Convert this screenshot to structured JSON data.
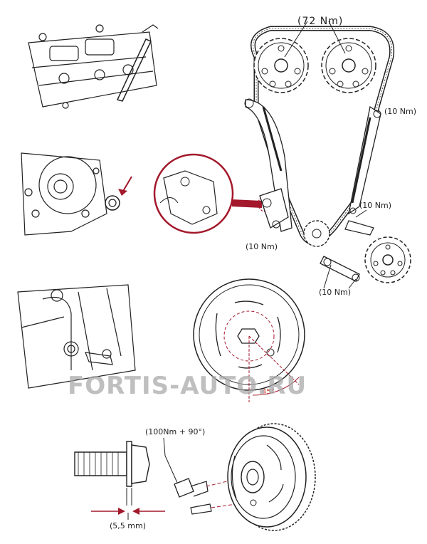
{
  "labels": {
    "cam_torque": "(72 Nm)",
    "guide_upper_right": "(10 Nm)",
    "guide_mid_right": "(10 Nm)",
    "guide_left": "(10 Nm)",
    "guide_bottom": "(10 Nm)",
    "angle": "45°",
    "crank_bolt_torque": "(100Nm + 90°)",
    "gap": "(5,5 mm)"
  },
  "watermark": "FORTIS-AUTO.RU",
  "colors": {
    "ink": "#222222",
    "accent": "#a3182b",
    "watermark": "#aaaaaa"
  }
}
